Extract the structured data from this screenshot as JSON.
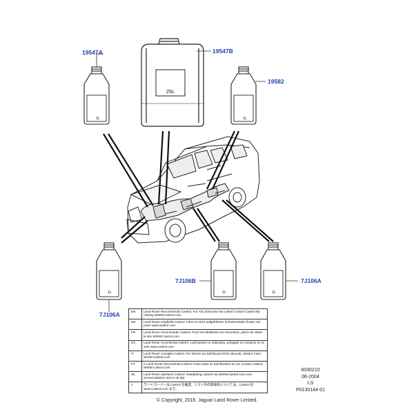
{
  "containers": {
    "jerry_can": {
      "ref": "19547B",
      "capacity": "25L"
    },
    "bottles": [
      {
        "ref": "19547A",
        "capacity": "1L"
      },
      {
        "ref": "19582",
        "capacity": "1L"
      },
      {
        "ref": "7J106A",
        "capacity": "1L"
      },
      {
        "ref": "7J106B",
        "capacity": "1L"
      },
      {
        "ref": "7J106A",
        "capacity": "1L"
      }
    ]
  },
  "castrol_table": {
    "rows": [
      {
        "code": "EN",
        "text": "Land Rover Recommends Castrol.  For All Lubricants Not Listed Contact Castrol By Visiting WWW.Castrol.com"
      },
      {
        "code": "DE",
        "text": "Land Rover empfiehlt Castrol.  Infos zu nicht aufgeführten Schmiermitteln finden Sie unter www.castrol.com"
      },
      {
        "code": "FR",
        "text": "Land Rover recommande Castrol. Pour les lubrifiants non énumérés, prière de visiter le site WWW.Castrol.com"
      },
      {
        "code": "ES",
        "text": "Land Rover recomienda Castrol.  Lubricantes no indicados, póngase en contacto en la web www.castrol.com"
      },
      {
        "code": "IT",
        "text": "Land Rover consiglia Castrol.  Per informi sui lubrificanti NON elencati, visitare il sito WWW.Castrol.com"
      },
      {
        "code": "PT",
        "text": "A Land Rover Recomenda Castrol.  Para todos os lubrificantes N List, Contac Castrol, WWW.Castrol.com"
      },
      {
        "code": "NL",
        "text": "Land Rover adviseert Castrol.  Raadpleeg Castrol via WWW.Castrol.com voor smeermiddelen niet in de lijst"
      },
      {
        "code": "J",
        "text": "ランド ローバーは Castrol を推奨。リスト外の潤滑剤について は、Castrol 社: www.Castrol.com まで。"
      }
    ]
  },
  "reference": {
    "number": "6030210",
    "date": "06-2004",
    "code": "LS",
    "part": "P0130144-01"
  },
  "copyright": "© Copyright, 2016. Jaguar Land Rover Limited."
}
